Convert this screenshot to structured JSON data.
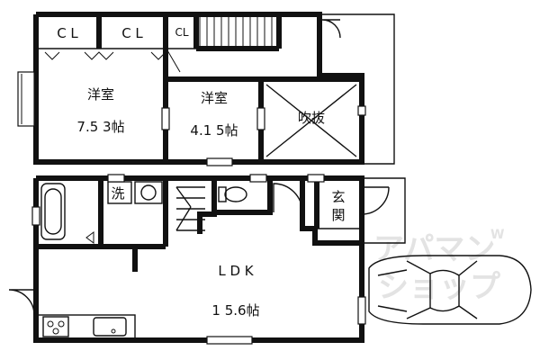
{
  "rooms": {
    "closet_1": "C L",
    "closet_2": "C L",
    "closet_3": "CL",
    "western_room_1_name": "洋室",
    "western_room_1_size": "7.5 3帖",
    "western_room_2_name": "洋室",
    "western_room_2_size": "4.1 5帖",
    "void_name": "吹抜",
    "washroom": "洗",
    "entrance_top": "玄",
    "entrance_bottom": "関",
    "ldk_name": "L D K",
    "ldk_size": "1 5.6帖"
  },
  "watermark": {
    "line1": "アパマン",
    "line2": "ショップ",
    "mark": "W"
  }
}
